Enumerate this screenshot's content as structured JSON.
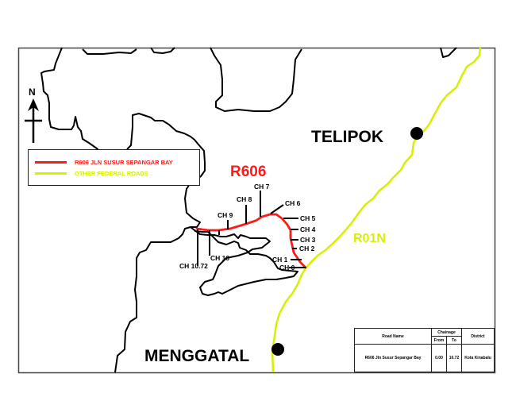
{
  "map": {
    "route_label": "R606",
    "federal_road_label": "R01N",
    "towns": [
      {
        "name": "TELIPOK"
      },
      {
        "name": "MENGGATAL"
      }
    ],
    "north_label": "N",
    "chainages": [
      "CH 0",
      "CH 1",
      "CH 2",
      "CH 3",
      "CH 4",
      "CH 5",
      "CH 6",
      "CH 7",
      "CH 8",
      "CH 9",
      "CH 10",
      "CH 10.72"
    ]
  },
  "legend": {
    "items": [
      {
        "label": "R606 JLN SUSUR SEPANGAR BAY",
        "color": "#ff1a1a"
      },
      {
        "label": "OTHER FEDERAL ROADS",
        "color": "#d8f000"
      }
    ]
  },
  "info_table": {
    "headers": {
      "road_name": "Road Name",
      "chainage": "Chainage",
      "from": "From",
      "to": "To",
      "district": "District"
    },
    "row": {
      "road_name": "R606 Jln Susur Sepangar Bay",
      "from": "0.00",
      "to": "10.72",
      "district": "Kota Kinabalu"
    }
  },
  "colors": {
    "route": "#ff1a1a",
    "federal": "#d8f000",
    "outline": "#000000"
  }
}
